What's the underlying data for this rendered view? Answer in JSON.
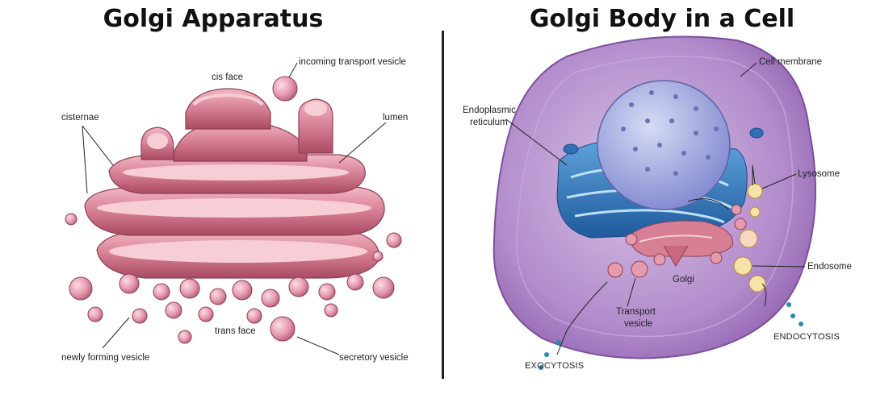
{
  "left_panel": {
    "title": "Golgi Apparatus",
    "labels": {
      "cis_face": "cis face",
      "incoming_transport_vesicle": "incoming transport vesicle",
      "cisternae": "cisternae",
      "lumen": "lumen",
      "trans_face": "trans face",
      "newly_forming_vesicle": "newly forming vesicle",
      "secretory_vesicle": "secretory vesicle"
    }
  },
  "right_panel": {
    "title": "Golgi Body in a Cell",
    "labels": {
      "cell_membrane": "Cell membrane",
      "endoplasmic_reticulum_line1": "Endoplasmic",
      "endoplasmic_reticulum_line2": "reticulum",
      "lysosome": "Lysosome",
      "endosome": "Endosome",
      "golgi": "Golgi",
      "transport_vesicle_line1": "Transport",
      "transport_vesicle_line2": "vesicle",
      "endocytosis": "ENDOCYTOSIS",
      "exocytosis": "EXOCYTOSIS"
    }
  },
  "colors": {
    "golgi_pink": "#c9697f",
    "golgi_light": "#f0b3c0",
    "cell_purple": "#a678c0",
    "nucleus_blue": "#9fa8dd",
    "er_blue": "#2f6fb6"
  }
}
